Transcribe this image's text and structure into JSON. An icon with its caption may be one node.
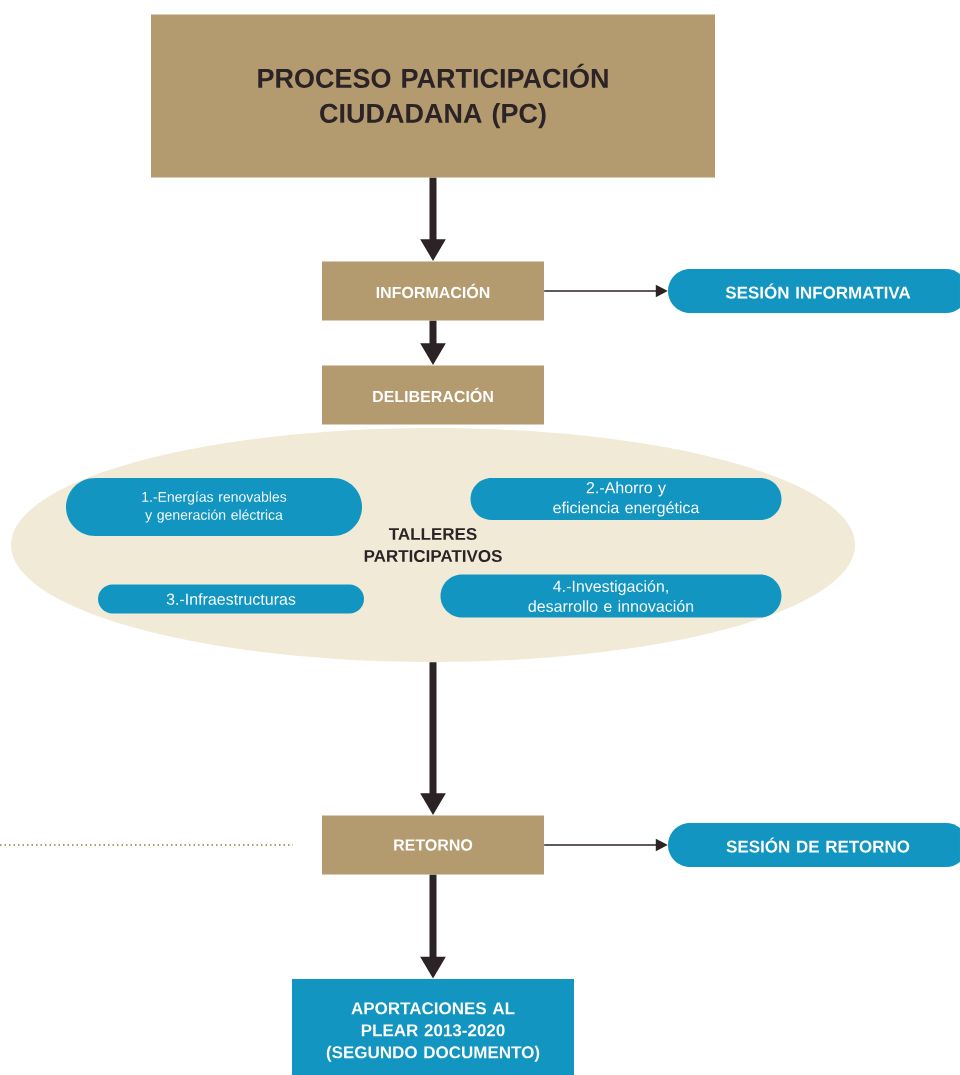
{
  "diagram": {
    "nodes": [
      {
        "text": [
          "PROCESO PARTICIPACIÓN CIUDADANA (PC)"
        ]
      },
      {
        "text": [
          "INFORMACIÓN"
        ]
      },
      {
        "text": [
          "SESIÓN INFORMATIVA"
        ]
      },
      {
        "text": [
          "DELIBERACIÓN"
        ]
      },
      {
        "text": [
          "TALLERES PARTICIPATIVOS"
        ]
      },
      {
        "text": [
          "1.-Energías renovables y generación eléctrica"
        ],
        "in": 4
      },
      {
        "text": [
          "2.-Ahorro y eficiencia energética"
        ],
        "in": 4
      },
      {
        "text": [
          "3.-Infraestructuras"
        ],
        "in": 4
      },
      {
        "text": [
          "4.-Investigación, desarrollo e innovación"
        ],
        "in": 4
      },
      {
        "text": [
          "RETORNO"
        ]
      },
      {
        "text": [
          "SESIÓN DE RETORNO"
        ]
      },
      {
        "text": [
          "APORTACIONES AL PLEAR 2013-2020 (SEGUNDO DOCUMENTO)"
        ]
      }
    ],
    "edges": [
      {
        "from": 0,
        "to": 1,
        "arrow": "to"
      },
      {
        "from": 1,
        "to": 2,
        "arrow": "to"
      },
      {
        "from": 1,
        "to": 3,
        "arrow": "to"
      },
      {
        "from": 4,
        "to": 9,
        "arrow": "to"
      },
      {
        "from": 9,
        "to": 10,
        "arrow": "to"
      },
      {
        "from": 9,
        "to": 11,
        "arrow": "to"
      }
    ]
  }
}
